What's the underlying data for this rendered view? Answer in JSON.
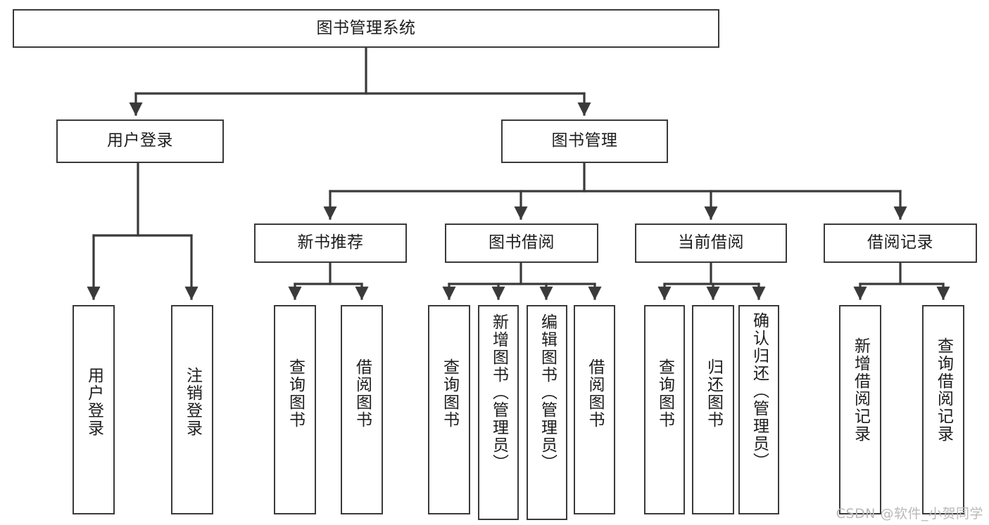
{
  "diagram": {
    "type": "tree-hierarchy-chart",
    "title": "图书管理系统",
    "stroke_color": "#3a3a3a",
    "fill_color": "#ffffff",
    "text_color": "#1d1d1d",
    "levels": [
      {
        "level": 1,
        "nodes": [
          {
            "id": "root",
            "label": "图书管理系统",
            "orientation": "horizontal"
          }
        ]
      },
      {
        "level": 2,
        "nodes": [
          {
            "id": "login",
            "label": "用户登录",
            "orientation": "horizontal",
            "parent": "root"
          },
          {
            "id": "bookmgmt",
            "label": "图书管理",
            "orientation": "horizontal",
            "parent": "root"
          }
        ]
      },
      {
        "level": 3,
        "nodes": [
          {
            "id": "newbook",
            "label": "新书推荐",
            "orientation": "horizontal",
            "parent": "bookmgmt"
          },
          {
            "id": "borrow",
            "label": "图书借阅",
            "orientation": "horizontal",
            "parent": "bookmgmt"
          },
          {
            "id": "current",
            "label": "当前借阅",
            "orientation": "horizontal",
            "parent": "bookmgmt"
          },
          {
            "id": "records",
            "label": "借阅记录",
            "orientation": "horizontal",
            "parent": "bookmgmt"
          }
        ]
      },
      {
        "level": 4,
        "nodes": [
          {
            "id": "leaf1",
            "label": "用户登录",
            "orientation": "vertical",
            "parent": "login"
          },
          {
            "id": "leaf2",
            "label": "注销登录",
            "orientation": "vertical",
            "parent": "login"
          },
          {
            "id": "leaf3",
            "label": "查询图书",
            "orientation": "vertical",
            "parent": "newbook"
          },
          {
            "id": "leaf4",
            "label": "借阅图书",
            "orientation": "vertical",
            "parent": "newbook"
          },
          {
            "id": "leaf5",
            "label": "查询图书",
            "orientation": "vertical",
            "parent": "borrow"
          },
          {
            "id": "leaf6",
            "label": "新增图书（管理员）",
            "orientation": "vertical",
            "parent": "borrow"
          },
          {
            "id": "leaf7",
            "label": "编辑图书（管理员）",
            "orientation": "vertical",
            "parent": "borrow"
          },
          {
            "id": "leaf8",
            "label": "借阅图书",
            "orientation": "vertical",
            "parent": "borrow"
          },
          {
            "id": "leaf9",
            "label": "查询图书",
            "orientation": "vertical",
            "parent": "current"
          },
          {
            "id": "leaf10",
            "label": "归还图书",
            "orientation": "vertical",
            "parent": "current"
          },
          {
            "id": "leaf11",
            "label": "确认归还（管理员）",
            "orientation": "vertical",
            "parent": "current"
          },
          {
            "id": "leaf12",
            "label": "新增借阅记录",
            "orientation": "vertical",
            "parent": "records"
          },
          {
            "id": "leaf13",
            "label": "查询借阅记录",
            "orientation": "vertical",
            "parent": "records"
          }
        ]
      }
    ]
  },
  "watermark": {
    "text": "CSDN @软件_小贺同学"
  }
}
